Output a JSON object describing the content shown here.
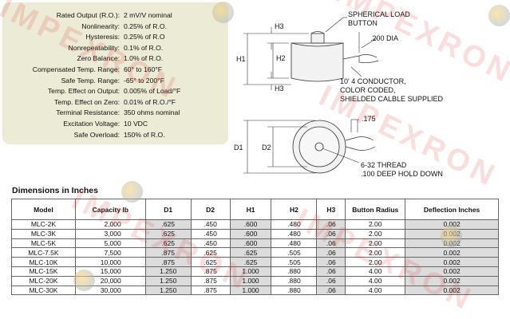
{
  "specs": [
    {
      "label": "Rated Output (R.O.):",
      "value": "2 mV/V nominal"
    },
    {
      "label": "Nonlinearity:",
      "value": "0.25% of R.O."
    },
    {
      "label": "Hysteresis:",
      "value": "0.25% of R.O"
    },
    {
      "label": "Nonrepeatability:",
      "value": "0.1% of R.O."
    },
    {
      "label": "Zero Balance:",
      "value": "1.0% of R.O."
    },
    {
      "label": "Compensated Temp. Range:",
      "value": "60° to 160°F"
    },
    {
      "label": "Safe Temp. Range:",
      "value": "-65° to 200°F"
    },
    {
      "label": "Temp. Effect on Output:",
      "value": "0.005% of Load/°F"
    },
    {
      "label": "Temp. Effect on Zero:",
      "value": "0.01% of R.O./°F"
    },
    {
      "label": "Terminal Resistance:",
      "value": "350 ohms nominal"
    },
    {
      "label": "Excitation Voltage:",
      "value": "10 VDC"
    },
    {
      "label": "Safe Overload:",
      "value": "150% of R.O."
    }
  ],
  "drawing": {
    "h1": "H1",
    "h2": "H2",
    "h3_top": "H3",
    "h3_bottom": "H3",
    "d1": "D1",
    "d2": "D2",
    "spherical_line1": "SPHERICAL LOAD",
    "spherical_line2": "BUTTON",
    "dia": ".200 DIA",
    "conductor_line1": "10' 4 CONDUCTOR,",
    "conductor_line2": "COLOR CODED,",
    "conductor_line3": "SHIELDED CALBLE SUPPLIED",
    "offset": ".175",
    "thread_line1": "6-32 THREAD",
    "thread_line2": ".100 DEEP HOLD DOWN"
  },
  "table": {
    "title": "Dimensions in Inches",
    "headers": [
      "Model",
      "Capacity lb",
      "D1",
      "D2",
      "H1",
      "H2",
      "H3",
      "Button Radius",
      "Deflection Inches"
    ],
    "rows": [
      [
        "MLC-2K",
        "2,000",
        ".625",
        ".450",
        ".600",
        ".480",
        ".06",
        "2.00",
        "0.002"
      ],
      [
        "MLC-3K",
        "3,000",
        ".625",
        ".450",
        ".600",
        ".480",
        ".06",
        "2.00",
        "0.002"
      ],
      [
        "MLC-5K",
        "5,000",
        ".625",
        ".450",
        ".600",
        ".480",
        ".06",
        "2.00",
        "0.002"
      ],
      [
        "MLC-7.5K",
        "7,500",
        ".875",
        ".625",
        ".625",
        ".505",
        ".06",
        "2.00",
        "0.002"
      ],
      [
        "MLC-10K",
        "10,000",
        ".875",
        ".625",
        ".625",
        ".505",
        ".06",
        "2.00",
        "0.002"
      ],
      [
        "MLC-15K",
        "15,000",
        "1.250",
        ".875",
        "1.000",
        ".880",
        ".06",
        "4.00",
        "0.002"
      ],
      [
        "MLC-20K",
        "20,000",
        "1.250",
        ".875",
        "1.000",
        ".880",
        ".06",
        "4.00",
        "0.002"
      ],
      [
        "MLC-30K",
        "30,000",
        "1.250",
        ".875",
        "1.000",
        ".880",
        ".06",
        "4.00",
        "0.002"
      ]
    ]
  },
  "watermark": "IMPEXRON"
}
